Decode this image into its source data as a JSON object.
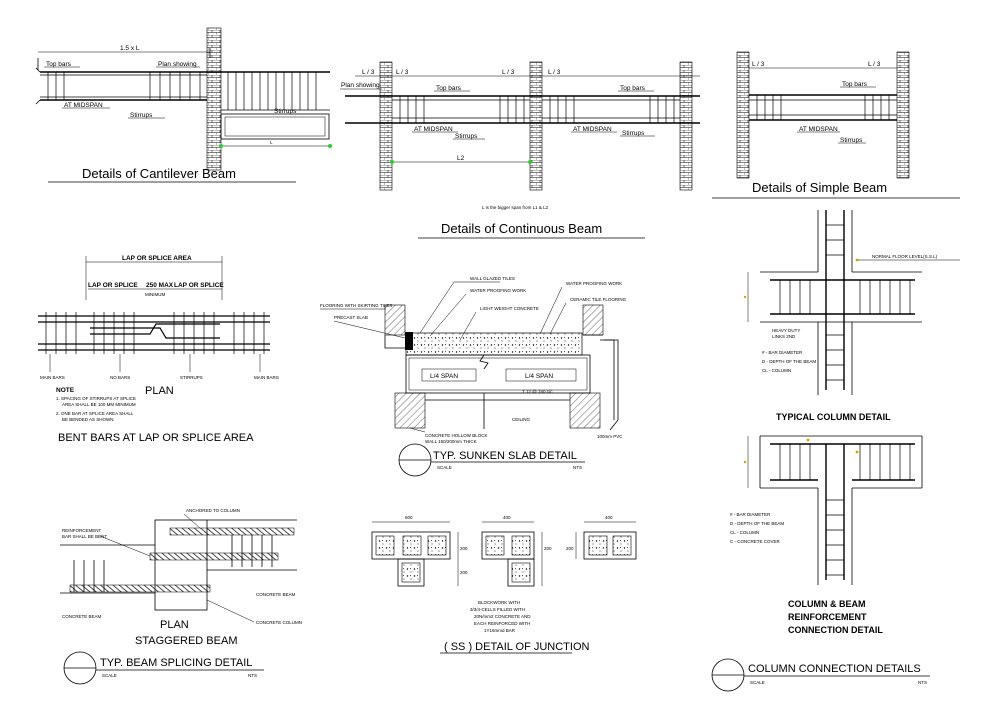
{
  "cantilever": {
    "title": "Details of Cantilever  Beam",
    "span_label": "1.5 x  L",
    "top_bars": "Top bars",
    "plan_showing": "Plan showing",
    "at_midspan": "AT MIDSPAN",
    "stirrups": "Stirrups",
    "stirrups2": "Stirrups",
    "length": "L"
  },
  "continuous": {
    "title": "Details of Continuous Beam",
    "l3_a": "L / 3",
    "l3_b": "L / 3",
    "l3_c": "L / 3",
    "l3_d": "L / 3",
    "plan_showing": "Plan showing",
    "top_bars_a": "Top bars",
    "top_bars_b": "Top bars",
    "at_midspan_a": "AT MIDSPAN",
    "at_midspan_b": "AT MIDSPAN",
    "stirrups_a": "Stirrups",
    "stirrups_b": "Stirrups",
    "l2": "L2",
    "note": "L  is the bigger span from L1 & L2"
  },
  "simple": {
    "title": "Details of Simple Beam",
    "l3_a": "L / 3",
    "l3_b": "L / 3",
    "top_bars": "Top bars",
    "at_midspan": "AT MIDSPAN",
    "stirrups": "Stirrups"
  },
  "bent_bars": {
    "title": "BENT BARS AT LAP OR SPLICE AREA",
    "top_label": "LAP OR SPLICE AREA",
    "lap_left": "LAP OR SPLICE",
    "lap_mid": "250 MAX",
    "lap_right": "LAP OR SPLICE",
    "minimum": "MINIMUM",
    "main_bars": "MAIN BARS",
    "no_bars": "NO BARS",
    "stirrups": "STIRRUPS",
    "main_bars_r": "MAIN BARS",
    "plan": "PLAN",
    "note_head": "NOTE",
    "note_1": "1. SPACING OF STIRRUPS AT SPLICE",
    "note_1b": "AREA SHALL BE 100 MM MINIMUM",
    "note_2": "2. ONE BAR AT SPLICE AREA SHALL",
    "note_2b": "BE BENDED AS SHOWN"
  },
  "sunken": {
    "title": "TYP. SUNKEN SLAB DETAIL",
    "scale": "SCALE",
    "nts": "NTS",
    "wall_glazed": "WALL GLAZED TILES",
    "water_proof": "WATER PROOFING WORK",
    "light_weight": "LIGHT WEIGHT CONCRETE",
    "water_proof_r": "WATER PROOFING WORK",
    "ceramic": "CERAMIC TILE FLOORING",
    "flooring_skirt": "FLOORING WITH SKIRTING TILES",
    "precast": "PRECAST SLAB",
    "span_left": "L/4  SPAN",
    "span_right": "L/4  SPAN",
    "bars": "T 12 @ 150 c/c",
    "ceiling": "CEILING",
    "hollow_block": "CONCRETE HOLLOW BLOCK",
    "hollow_block_b": "WALL 150/200mm THICK",
    "pvc": "100mm PVC"
  },
  "splicing": {
    "title": "TYP. BEAM SPLICING DETAIL",
    "scale": "SCALE",
    "nts": "NTS",
    "anchor": "ANCHORED TO COLUMN",
    "reinforce_a": "REINFORCEMENT",
    "reinforce_b": "BAR SHALL BE BENT",
    "concrete_beam_l": "CONCRETE BEAM",
    "concrete_beam_r": "CONCRETE BEAM",
    "concrete_column": "CONCRETE COLUMN",
    "plan": "PLAN",
    "subtitle": "STAGGERED BEAM"
  },
  "junction": {
    "title": "( SS ) DETAIL OF JUNCTION",
    "dim_a": "600",
    "dim_b": "400",
    "dim_c": "400",
    "side_a": "200",
    "side_b": "200",
    "side_c": "200",
    "side_d": "200",
    "note_1": "BLOCKWORK WITH",
    "note_2": "3/3/4-CELLS FILLED WITH",
    "note_3": "20N/mm2 CONCRETE AND",
    "note_4": "EACH REINFORCED WITH",
    "note_5": "1Y16mmd BAR"
  },
  "column": {
    "floor_level": "NORMAL FLOOR LEVEL(S.S.L)",
    "heavy_duty": "HEAVY DUTY",
    "links": "LINKS 2ND",
    "leg_a1": "#  -  BAR DIAMETER",
    "leg_a2": "D  -  DEPTH OF THE BEAM",
    "leg_a3": "CL  -  COLUMN",
    "typical": "TYPICAL COLUMN DETAIL",
    "leg_b1": "#  -  BAR DIAMETER",
    "leg_b2": "D  -  DEPTH OF THE BEAM",
    "leg_b3": "CL  -  COLUMN",
    "leg_b4": "C  -  CONCRETE COVER",
    "conn_1": "COLUMN & BEAM",
    "conn_2": "REINFORCEMENT",
    "conn_3": "CONNECTION DETAIL",
    "title": "COLUMN CONNECTION DETAILS",
    "scale": "SCALE",
    "nts": "NTS"
  }
}
